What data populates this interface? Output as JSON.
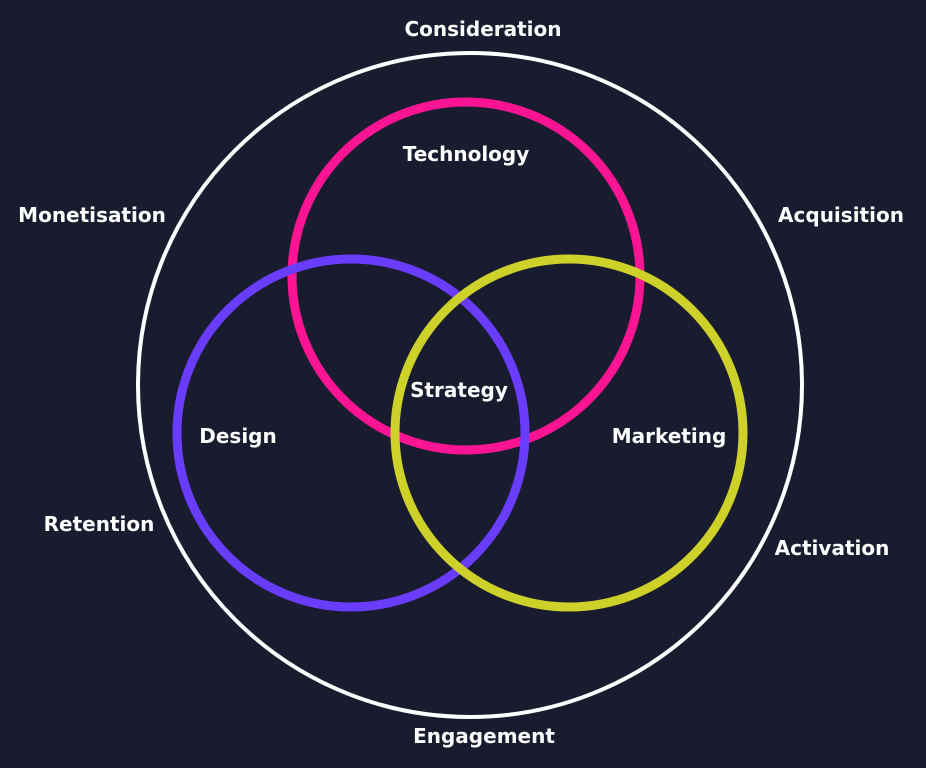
{
  "diagram": {
    "outer_labels": {
      "top": "Consideration",
      "top_right": "Acquisition",
      "bottom_right": "Activation",
      "bottom": "Engagement",
      "bottom_left": "Retention",
      "top_left": "Monetisation"
    },
    "circles": [
      {
        "key": "technology",
        "label": "Technology",
        "color": "#ff1493"
      },
      {
        "key": "design",
        "label": "Design",
        "color": "#6a3cff"
      },
      {
        "key": "marketing",
        "label": "Marketing",
        "color": "#cfd12b"
      }
    ],
    "center_label": "Strategy",
    "colors": {
      "background": "#181c2e",
      "outer_ring": "#ffffff",
      "text": "#ffffff"
    }
  }
}
